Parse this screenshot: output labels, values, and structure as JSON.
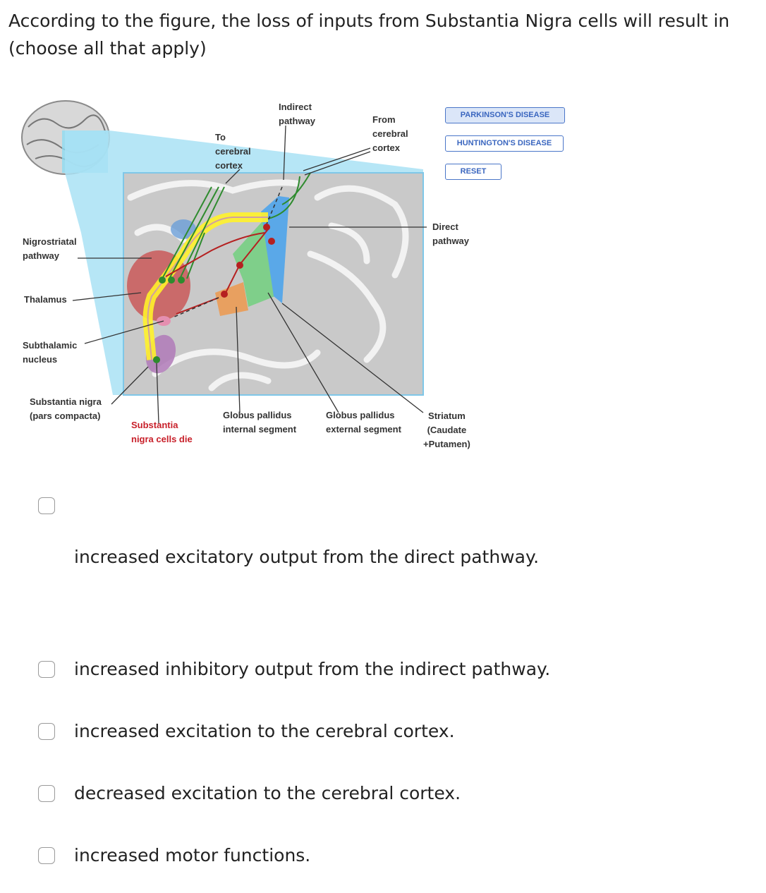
{
  "question": {
    "text": "According to the figure, the loss of inputs from Substantia Nigra cells will result in (choose all that apply)"
  },
  "figure": {
    "buttons": {
      "parkinsons": "PARKINSON'S DISEASE",
      "huntingtons": "HUNTINGTON'S DISEASE",
      "reset": "RESET"
    },
    "labels": {
      "indirect_pathway": "Indirect\npathway",
      "from_cortex": "From\ncerebral\ncortex",
      "to_cortex": "To\ncerebral\ncortex",
      "direct_pathway": "Direct\npathway",
      "nigrostriatal": "Nigrostriatal\npathway",
      "thalamus": "Thalamus",
      "subthalamic": "Subthalamic\nnucleus",
      "substantia_nigra": "Substantia nigra\n(pars compacta)",
      "sn_cells_die": "Substantia\nnigra cells die",
      "gp_internal": "Globus pallidus\ninternal segment",
      "gp_external": "Globus pallidus\nexternal segment",
      "striatum": "Striatum\n(Caudate\n+Putamen)"
    },
    "colors": {
      "panel": "#a9e2f5",
      "thalamus": "#c94a4a",
      "gp_internal": "#e8a060",
      "gp_external": "#7fcf8a",
      "striatum": "#5aa8e8",
      "sn": "#b07ab8",
      "pathway_yellow": "#fff22a",
      "pathway_green": "#2e8b2e",
      "pathway_red": "#b52020"
    }
  },
  "options": [
    {
      "text": "increased excitatory output from the direct pathway.",
      "checked": false
    },
    {
      "text": "increased inhibitory output from the indirect pathway.",
      "checked": false
    },
    {
      "text": "increased excitation to the cerebral cortex.",
      "checked": false
    },
    {
      "text": "decreased excitation to the cerebral cortex.",
      "checked": false
    },
    {
      "text": "increased motor functions.",
      "checked": false
    }
  ]
}
